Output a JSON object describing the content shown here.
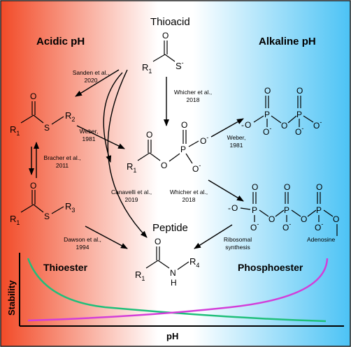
{
  "headers": {
    "acidic": "Acidic pH",
    "alkaline": "Alkaline pH",
    "thioacid": "Thioacid",
    "peptide": "Peptide"
  },
  "molecules": {
    "thioacid": {
      "r": "R",
      "sub": "1",
      "s": "S",
      "charge": "-"
    },
    "thioester1": {
      "r1": "R",
      "sub1": "1",
      "s": "S",
      "r2": "R",
      "sub2": "2"
    },
    "thioester2": {
      "r1": "R",
      "sub1": "1",
      "s": "S",
      "r3": "R",
      "sub3": "3"
    },
    "acylphosphate": {
      "r": "R",
      "sub": "1",
      "o": "O",
      "p": "P",
      "charge": "-"
    },
    "pyrophosphate": {
      "o": "O",
      "p": "P",
      "charge": "-"
    },
    "atp": {
      "o": "O",
      "p": "P",
      "charge": "-",
      "adenosine": "Adenosine"
    },
    "peptide": {
      "r1": "R",
      "sub1": "1",
      "n": "N",
      "h": "H",
      "r4": "R",
      "sub4": "4"
    }
  },
  "references": {
    "sanden": [
      "Sanden et al.,",
      "2020"
    ],
    "whicher_top": [
      "Whicher et al.,",
      "2018"
    ],
    "weber_left": [
      "Weber,",
      "1981"
    ],
    "bracher": [
      "Bracher et al.,",
      "2011"
    ],
    "weber_right": [
      "Weber,",
      "1981"
    ],
    "canavelli": [
      "Canavelli et al.,",
      "2019"
    ],
    "whicher_mid": [
      "Whicher et al.,",
      "2018"
    ],
    "dawson": [
      "Dawson et al.,",
      "1994"
    ],
    "ribosomal": [
      "Ribosomal",
      "synthesis"
    ]
  },
  "stability_plot": {
    "ylabel": "Stability",
    "xlabel": "pH",
    "thioester_label": "Thioester",
    "phosphoester_label": "Phosphoester",
    "thioester_color": "#1fbf7a",
    "phosphoester_color": "#d33ed8"
  },
  "colors": {
    "acidic": "#f24a27",
    "neutral": "#ffffff",
    "alkaline": "#4cc3f5"
  }
}
